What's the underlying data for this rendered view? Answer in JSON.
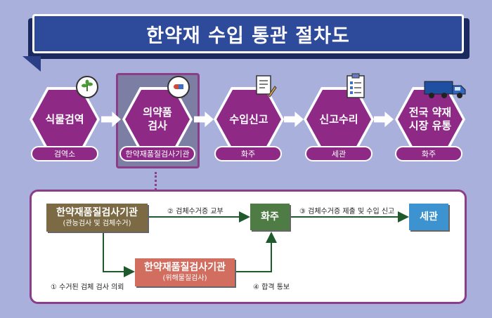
{
  "title": "한약재 수입 통관 절차도",
  "steps": [
    {
      "label": "식물검역",
      "agent": "검역소",
      "icon": "plant-magnifier-icon"
    },
    {
      "label": "의약품\n검사",
      "agent": "한약재품질검사기관",
      "icon": "capsule-magnifier-icon"
    },
    {
      "label": "수입신고",
      "agent": "화주",
      "icon": "document-pen-icon"
    },
    {
      "label": "신고수리",
      "agent": "세관",
      "icon": "clipboard-checklist-icon"
    },
    {
      "label": "전국 약재\n시장 유통",
      "agent": "화주",
      "icon": "truck-icon"
    }
  ],
  "detail": {
    "inspect_agency": {
      "main": "한약재품질검사기관",
      "sub": "(관능검사 및 검체수거)"
    },
    "shipper": "화주",
    "customs": "세관",
    "harmful_agency": {
      "main": "한약재품질검사기관",
      "sub": "(위해물질검사)"
    },
    "flow1": "① 수거된 검체 검사 의뢰",
    "flow2": "② 검체수거증 교부",
    "flow3": "③ 검체수거증 제출 및 수입 신고",
    "flow4": "④ 합격 통보"
  },
  "colors": {
    "background": "#aab0dc",
    "banner": "#2e4a9a",
    "hexagon": "#8e2a86",
    "inspect_box": "#7b6a44",
    "shipper_box": "#4f7c44",
    "customs_box": "#3d93cf",
    "harmful_box": "#d16e60",
    "flow_arrow": "#1f5a2c"
  }
}
